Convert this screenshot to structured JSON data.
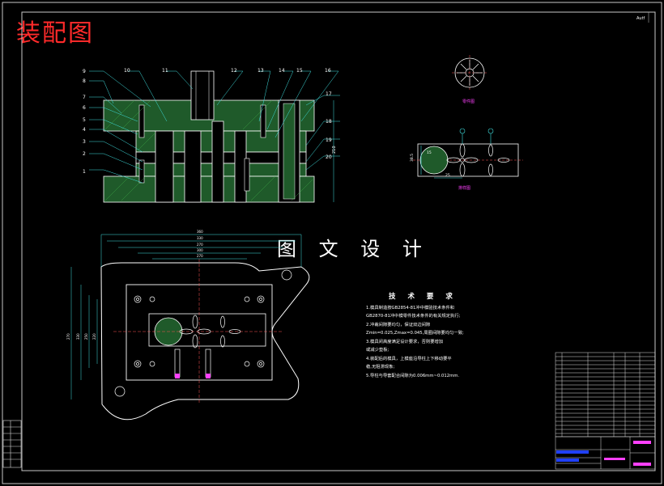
{
  "drawing_title": "装配图",
  "watermark": "图 文 设 计",
  "corner_mark": "Autf",
  "tech_requirements": {
    "heading": "技 术 要 求",
    "lines": [
      "1.模具制造按GB2854-81冲中模验技术条件和",
      "GB2870-81冲中模零件技术条件的有关规定执行;",
      "2.冲裁间隙要均匀，保证双边间隙",
      "Zmin=0.025,Zmax=0.045,周圈间隙要均匀一致;",
      "3.模具闭高度满足设计要求，否则要增加",
      "或减少垫板;",
      "4.装配后的模具，上模座沿导柱上下移动要平",
      "稳,无阻滞现象;",
      "5.导柱与导套配合间隙为0.006mm~0.012mm."
    ]
  },
  "part_numbers": [
    "1",
    "2",
    "3",
    "4",
    "5",
    "6",
    "7",
    "8",
    "9",
    "10",
    "11",
    "12",
    "13",
    "14",
    "15",
    "16",
    "17",
    "18",
    "19",
    "20"
  ],
  "section_dims": [
    "210"
  ],
  "strip_dims": [
    "38.5",
    "25",
    "15"
  ],
  "plan_dims": [
    "360",
    "330",
    "270",
    "300",
    "270",
    "270",
    "330",
    "250",
    "220"
  ],
  "labels": {
    "part_view": "零件图",
    "strip_layout": "排样图"
  }
}
